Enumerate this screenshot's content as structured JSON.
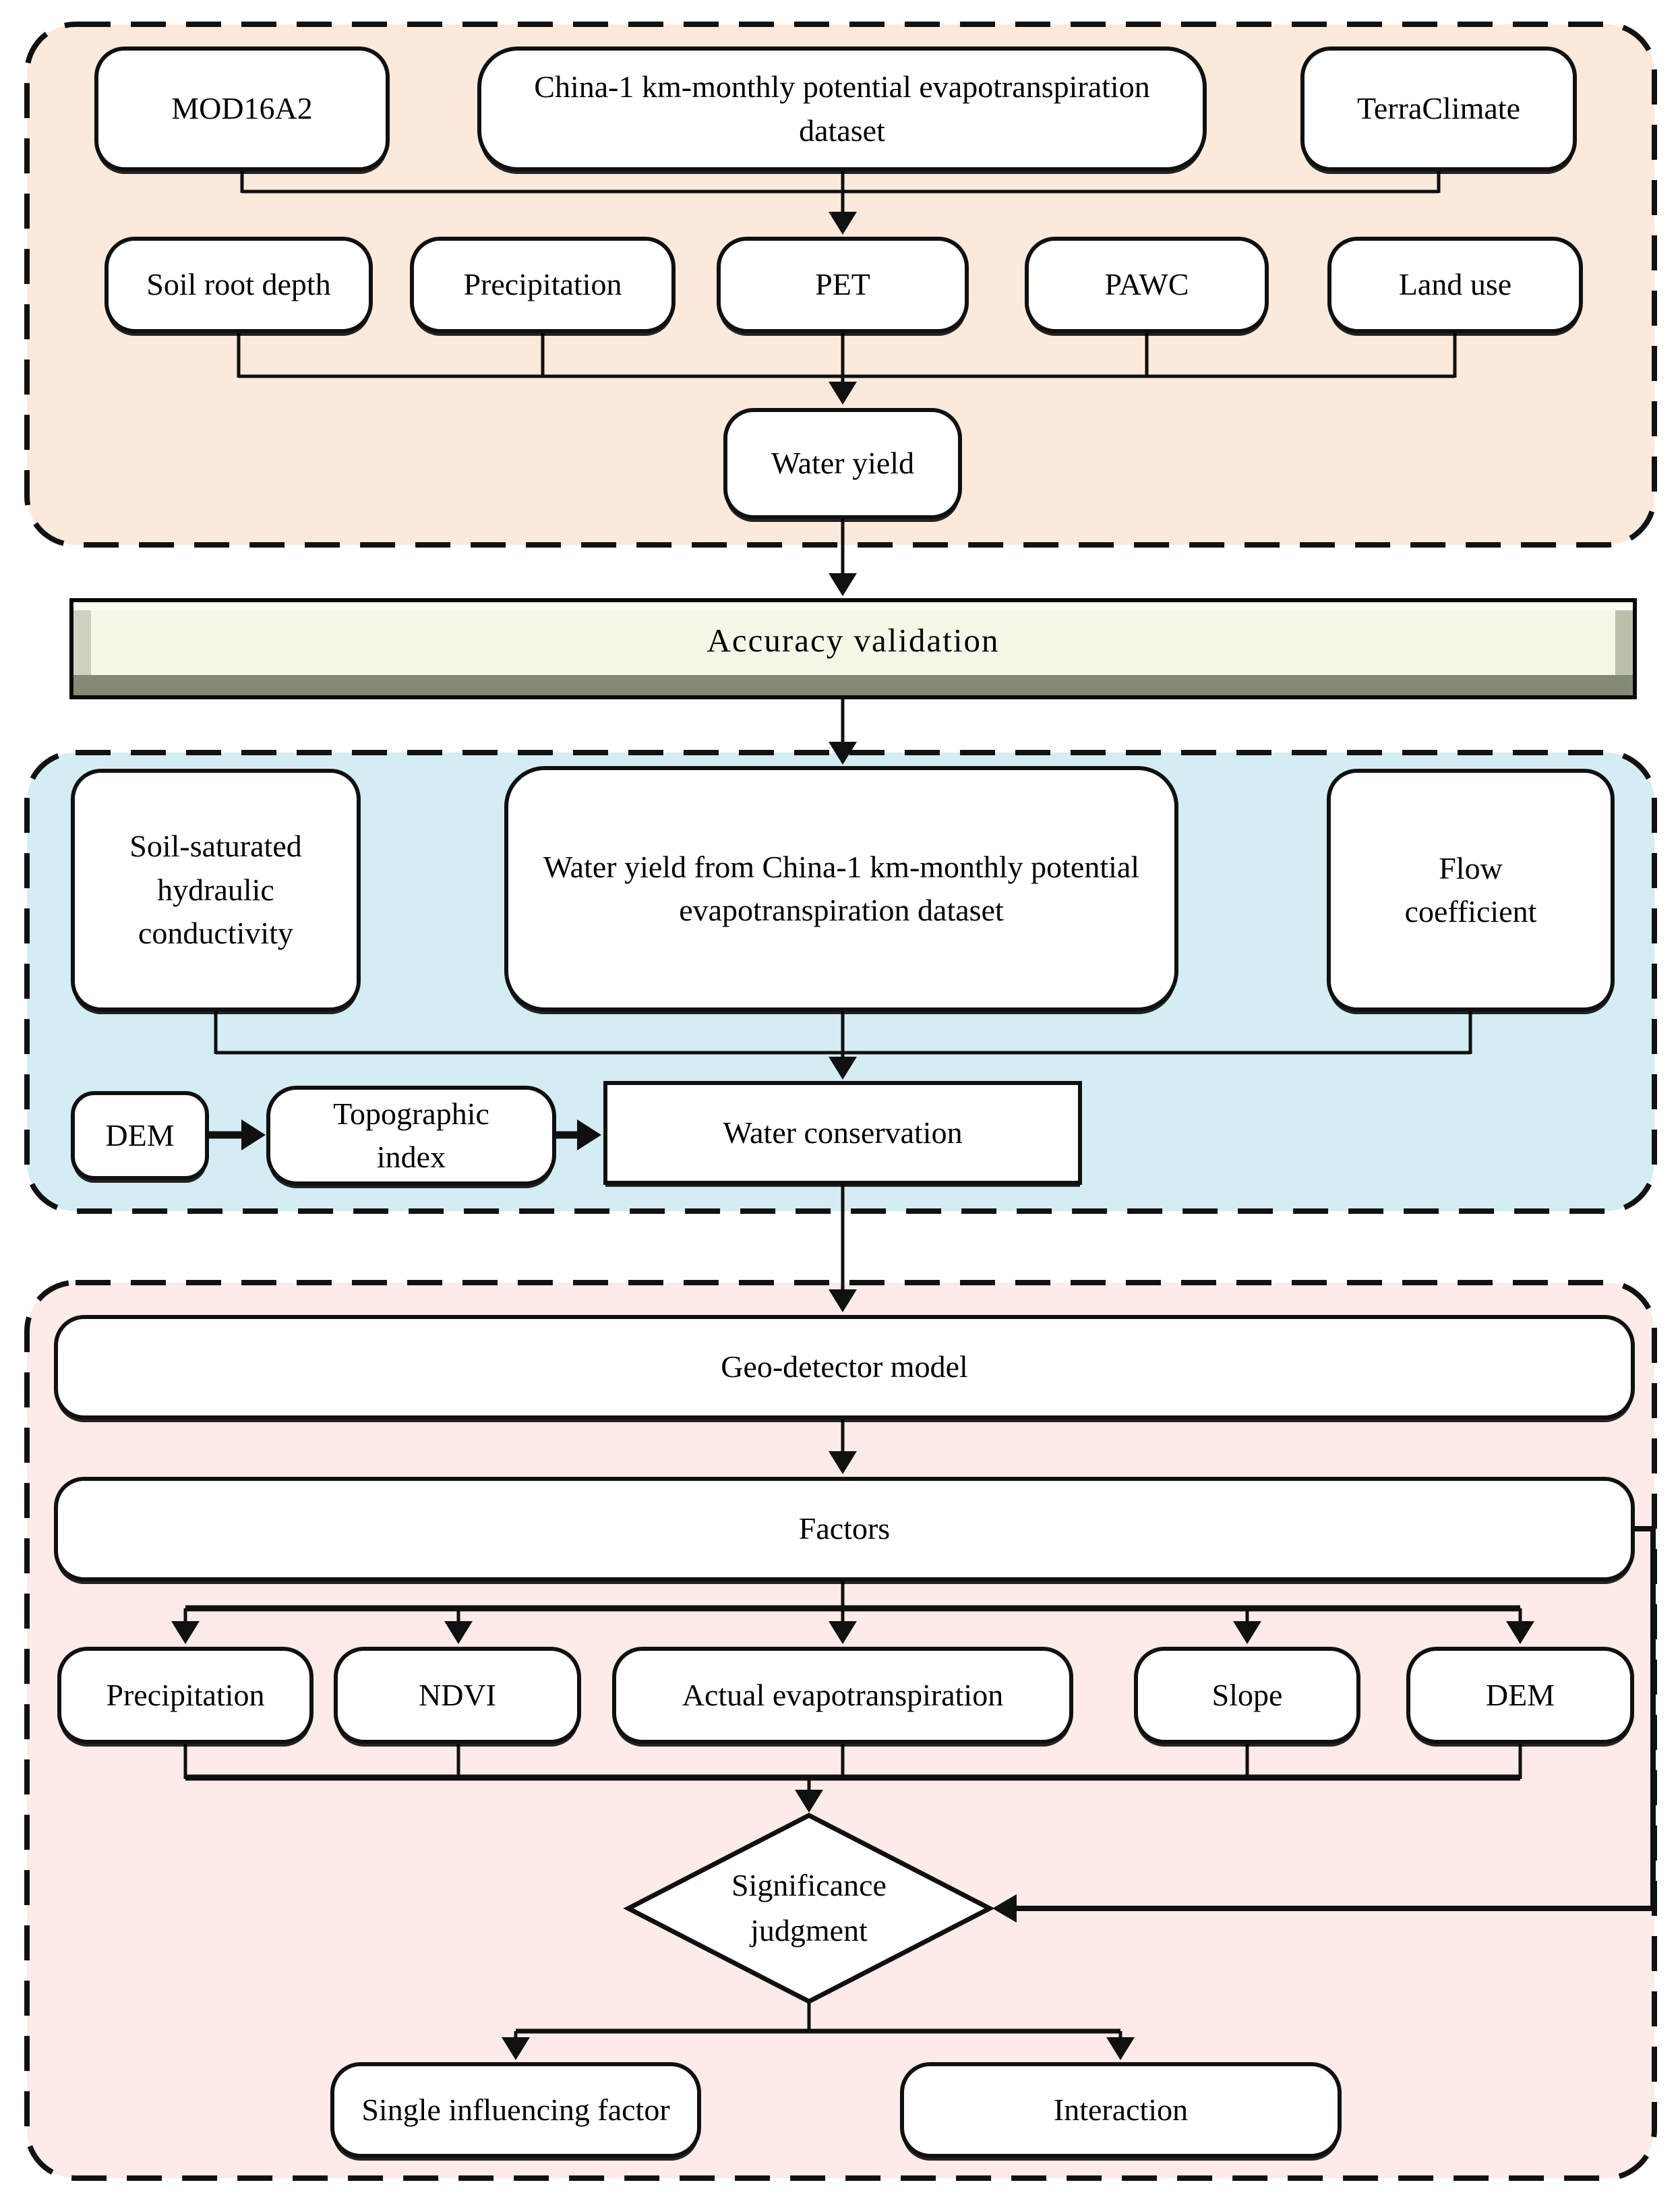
{
  "colors": {
    "top_section_bg": "#fbe9dc",
    "middle_section_bg": "#d4ecf4",
    "bottom_section_bg": "#fcebe8",
    "validation_bg": "#f2f9e7",
    "validation_bevel_bottom": "#838b78",
    "validation_bevel_left": "#ccd2c0",
    "node_bg": "#ffffff",
    "line_color": "#101010"
  },
  "top_section": {
    "sources": [
      "MOD16A2",
      "China-1 km-monthly potential evapotranspiration dataset",
      "TerraClimate"
    ],
    "variables": [
      "Soil root depth",
      "Precipitation",
      "PET",
      "PAWC",
      "Land use"
    ],
    "output": "Water yield"
  },
  "validation": {
    "label": "Accuracy  validation"
  },
  "middle_section": {
    "inputs": [
      "Soil-saturated hydraulic conductivity",
      "Water yield from China-1 km-monthly potential evapotranspiration dataset",
      "Flow coefficient"
    ],
    "terrain_chain": [
      "DEM",
      "Topographic index"
    ],
    "output": "Water conservation"
  },
  "bottom_section": {
    "model": "Geo-detector model",
    "factors_label": "Factors",
    "factors": [
      "Precipitation",
      "NDVI",
      "Actual evapotranspiration",
      "Slope",
      "DEM"
    ],
    "decision": "Significance judgment",
    "results": [
      "Single influencing factor",
      "Interaction"
    ]
  }
}
